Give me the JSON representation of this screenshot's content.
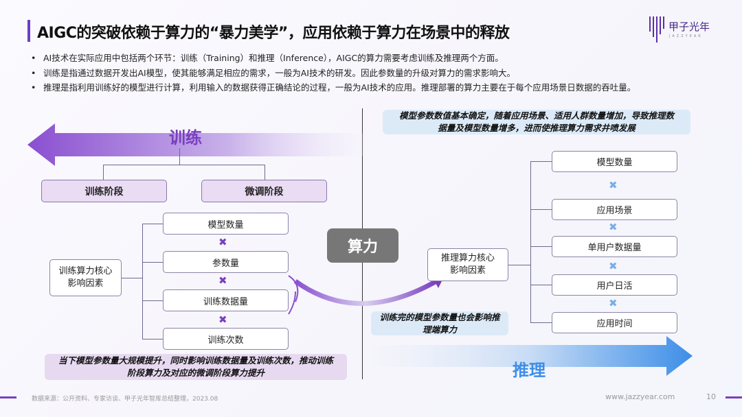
{
  "header": {
    "title": "AIGC的突破依赖于算力的“暴力美学”，应用依赖于算力在场景中的释放",
    "logo_text": "甲子光年",
    "logo_sub": "JAZZYEAR"
  },
  "bullets": [
    "AI技术在实际应用中包括两个环节：训练（Training）和推理（Inference），AIGC的算力需要考虑训练及推理两个方面。",
    "训练是指通过数据开发出AI模型，使其能够满足相应的需求，一般为AI技术的研发。因此参数量的升级对算力的需求影响大。",
    "推理是指利用训练好的模型进行计算，利用输入的数据获得正确结论的过程，一般为AI技术的应用。推理部署的算力主要在于每个应用场景日数据的吞吐量。"
  ],
  "training": {
    "label": "训练",
    "stages": [
      "训练阶段",
      "微调阶段"
    ],
    "core": "训练算力核心影响因素",
    "factors": [
      "模型数量",
      "参数量",
      "训练数据量",
      "训练次数"
    ],
    "note": "当下模型参数量大规模提升，同时影响训练数据量及训练次数，推动训练阶段算力及对应的微调阶段算力提升"
  },
  "center": {
    "label": "算力"
  },
  "inference": {
    "label": "推理",
    "core": "推理算力核心影响因素",
    "factors": [
      "模型数量",
      "应用场景",
      "单用户数据量",
      "用户日活",
      "应用时间"
    ],
    "top_note": "模型参数数值基本确定，随着应用场景、适用人群数量增加，导致推理数据量及模型数量增多，进而使推理算力需求井喷发展",
    "link_note": "训练完的模型参数量也会影响推理端算力"
  },
  "multiply_symbol": "✖",
  "footer": {
    "source": "数据来源：公开资料、专家访谈、甲子光年智库总结整理，2023.08",
    "website": "www.jazzyear.com",
    "page": "10"
  },
  "colors": {
    "purple": "#7a3fbf",
    "blue": "#3d8ee8",
    "center_box": "#777777"
  }
}
